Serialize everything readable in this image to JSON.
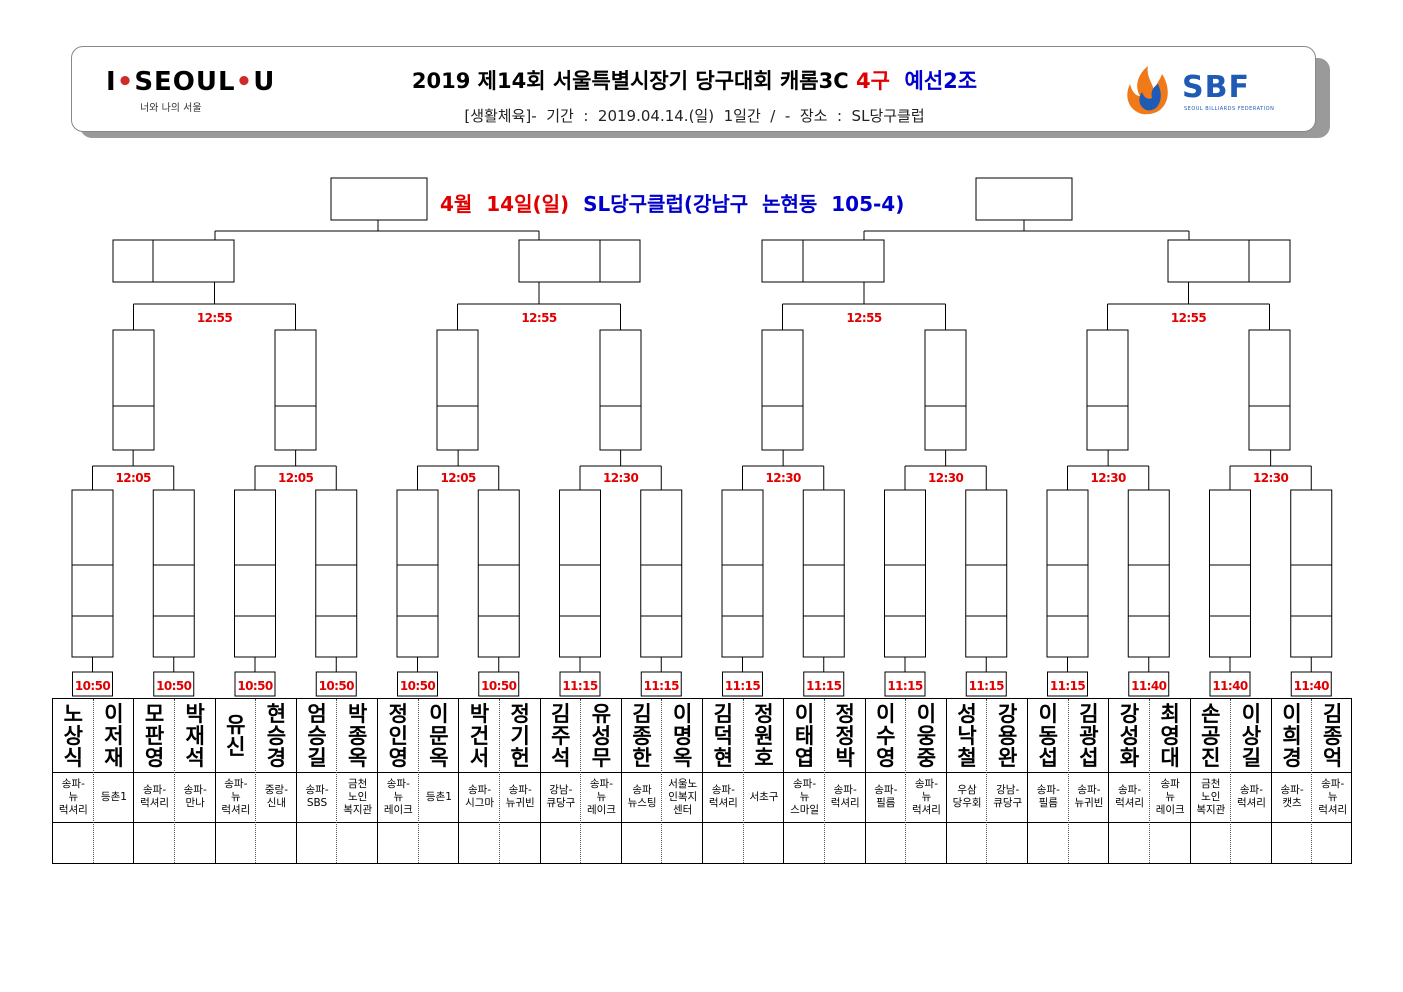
{
  "header": {
    "logo_left": {
      "brand_1": "I",
      "brand_2": "SEOUL",
      "brand_3": "U",
      "sub": "너와 나의 서울"
    },
    "title_black_1": "2019  제14회  서울특별시장기  당구대회  캐롬3C ",
    "title_red": "4구",
    "title_space": "  ",
    "title_blue": "예선2조",
    "subtitle": "[생활체육]-  기간  :  2019.04.14.(일)  1일간  /  -  장소  :  SL당구클럽",
    "logo_right": {
      "word": "SBF",
      "small": "SEOUL BILLIARDS FEDERATION"
    }
  },
  "venue": {
    "date": "4월  14일(일)",
    "place": "SL당구클럽(강남구  논현동  105-4)"
  },
  "rounds": {
    "r2_times": [
      "12:55",
      "12:55",
      "12:55",
      "12:55"
    ],
    "r3_times": [
      "12:05",
      "12:05",
      "12:05",
      "12:30",
      "12:30",
      "12:30",
      "12:30",
      "12:30"
    ],
    "r4_times": [
      "10:50",
      "10:50",
      "10:50",
      "10:50",
      "10:50",
      "10:50",
      "11:15",
      "11:15",
      "11:15",
      "11:15",
      "11:15",
      "11:15",
      "11:15",
      "11:40",
      "11:40",
      "11:40"
    ]
  },
  "players": [
    {
      "name": "노상식",
      "club": [
        "송파-",
        "뉴",
        "럭셔리"
      ]
    },
    {
      "name": "이저재",
      "club": [
        "등촌1"
      ]
    },
    {
      "name": "모판영",
      "club": [
        "송파-",
        "럭셔리"
      ]
    },
    {
      "name": "박재석",
      "club": [
        "송파-",
        "만나"
      ]
    },
    {
      "name": "유신",
      "club": [
        "송파-",
        "뉴",
        "럭셔리"
      ]
    },
    {
      "name": "현승경",
      "club": [
        "중랑-",
        "신내"
      ]
    },
    {
      "name": "엄승길",
      "club": [
        "송파-",
        "SBS"
      ]
    },
    {
      "name": "박종옥",
      "club": [
        "금천",
        "노인",
        "복지관"
      ]
    },
    {
      "name": "정인영",
      "club": [
        "송파-",
        "뉴",
        "레이크"
      ]
    },
    {
      "name": "이문옥",
      "club": [
        "등촌1"
      ]
    },
    {
      "name": "박건서",
      "club": [
        "송파-",
        "시그마"
      ]
    },
    {
      "name": "정기헌",
      "club": [
        "송파-",
        "뉴귀빈"
      ]
    },
    {
      "name": "김주석",
      "club": [
        "강남-",
        "큐당구"
      ]
    },
    {
      "name": "유성무",
      "club": [
        "송파-",
        "뉴",
        "레이크"
      ]
    },
    {
      "name": "김종한",
      "club": [
        "송파",
        "뉴스팅"
      ]
    },
    {
      "name": "이명옥",
      "club": [
        "서울노",
        "인복지",
        "센터"
      ]
    },
    {
      "name": "김덕현",
      "club": [
        "송파-",
        "럭셔리"
      ]
    },
    {
      "name": "정원호",
      "club": [
        "서초구"
      ]
    },
    {
      "name": "이태엽",
      "club": [
        "송파-",
        "뉴",
        "스마일"
      ]
    },
    {
      "name": "정정박",
      "club": [
        "송파-",
        "럭셔리"
      ]
    },
    {
      "name": "이수영",
      "club": [
        "송파-",
        "필름"
      ]
    },
    {
      "name": "이웅중",
      "club": [
        "송파-",
        "뉴",
        "럭셔리"
      ]
    },
    {
      "name": "성낙철",
      "club": [
        "우삼",
        "당우회"
      ]
    },
    {
      "name": "강용완",
      "club": [
        "강남-",
        "큐당구"
      ]
    },
    {
      "name": "이동섭",
      "club": [
        "송파-",
        "필름"
      ]
    },
    {
      "name": "김광섭",
      "club": [
        "송파-",
        "뉴귀빈"
      ]
    },
    {
      "name": "강성화",
      "club": [
        "송파-",
        "럭셔리"
      ]
    },
    {
      "name": "최영대",
      "club": [
        "송파",
        "뉴",
        "레이크"
      ]
    },
    {
      "name": "손공진",
      "club": [
        "금천",
        "노인",
        "복지관"
      ]
    },
    {
      "name": "이상길",
      "club": [
        "송파-",
        "럭셔리"
      ]
    },
    {
      "name": "이희경",
      "club": [
        "송파-",
        "캣츠"
      ]
    },
    {
      "name": "김종억",
      "club": [
        "송파-",
        "뉴",
        "럭셔리"
      ]
    }
  ],
  "colors": {
    "time_red": "#e00000",
    "title_red": "#e00000",
    "title_blue": "#0000cc",
    "sbf_blue": "#1f5bb5",
    "sbf_orange": "#f07a1a"
  }
}
